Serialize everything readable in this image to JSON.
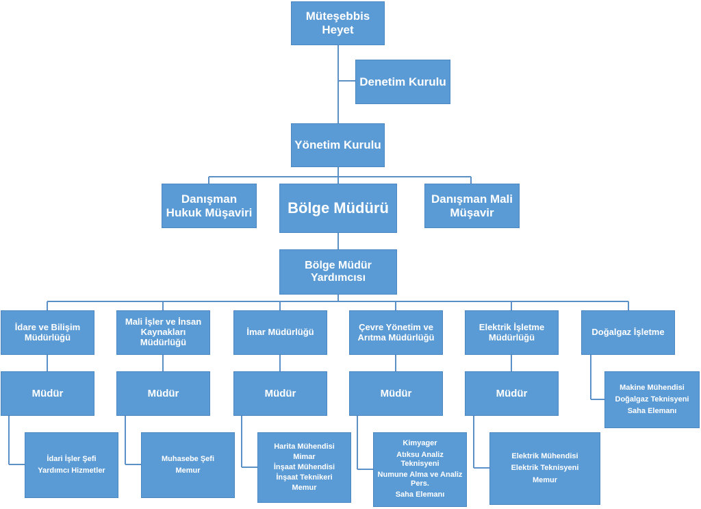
{
  "top": {
    "founders": "Müteşebbis Heyet",
    "audit": "Denetim Kurulu",
    "board": "Yönetim Kurulu",
    "legal_advisor": "Danışman Hukuk Müşaviri",
    "regional_manager": "Bölge Müdürü",
    "financial_advisor": "Danışman Mali Müşavir",
    "deputy": "Bölge Müdür Yardımcısı"
  },
  "departments": [
    {
      "name": "İdare ve Bilişim Müdürlüğü",
      "manager": "Müdür",
      "staff": [
        "İdari İşler Şefi",
        "Yardımcı Hizmetler"
      ]
    },
    {
      "name": "Mali İşler ve İnsan Kaynakları Müdürlüğü",
      "manager": "Müdür",
      "staff": [
        "Muhasebe Şefi",
        "Memur"
      ]
    },
    {
      "name": "İmar Müdürlüğü",
      "manager": "Müdür",
      "staff": [
        "Harita Mühendisi",
        "Mimar",
        "İnşaat Mühendisi",
        "İnşaat Teknikeri",
        "Memur"
      ]
    },
    {
      "name": "Çevre Yönetim ve Arıtma Müdürlüğü",
      "manager": "Müdür",
      "staff": [
        "Kimyager",
        "Atıksu Analiz Teknisyeni",
        "Numune Alma ve Analiz Pers.",
        "Saha Elemanı"
      ]
    },
    {
      "name": "Elektrik İşletme Müdürlüğü",
      "manager": "Müdür",
      "staff": [
        "Elektrik Mühendisi",
        "Elektrik Teknisyeni",
        "Memur"
      ]
    },
    {
      "name": "Doğalgaz İşletme",
      "staff": [
        "Makine Mühendisi",
        "Doğalgaz Teknisyeni",
        "Saha Elemanı"
      ]
    }
  ]
}
